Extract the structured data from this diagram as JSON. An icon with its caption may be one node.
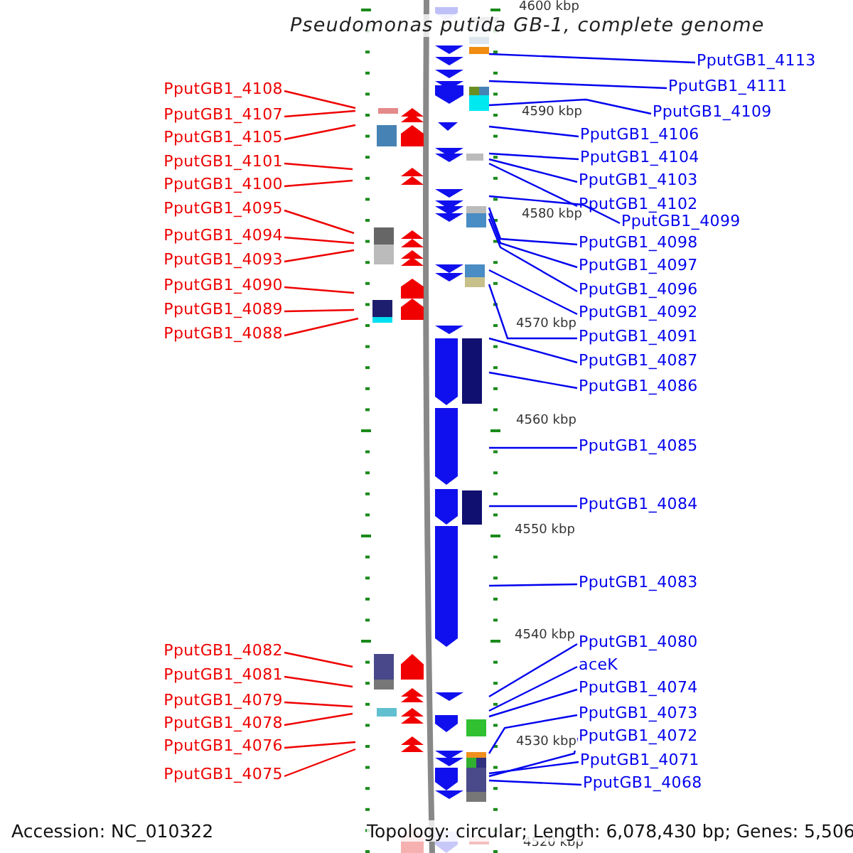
{
  "diagram": {
    "title": "Pseudomonas putida GB-1, complete genome",
    "nodes": [
      {
        "text": [
          "PputGB1_4108"
        ]
      },
      {
        "text": [
          "PputGB1_4107"
        ]
      },
      {
        "text": [
          "PputGB1_4105"
        ]
      },
      {
        "text": [
          "PputGB1_4101"
        ]
      },
      {
        "text": [
          "PputGB1_4100"
        ]
      },
      {
        "text": [
          "PputGB1_4095"
        ]
      },
      {
        "text": [
          "PputGB1_4094"
        ]
      },
      {
        "text": [
          "PputGB1_4093"
        ]
      },
      {
        "text": [
          "PputGB1_4090"
        ]
      },
      {
        "text": [
          "PputGB1_4089"
        ]
      },
      {
        "text": [
          "PputGB1_4088"
        ]
      },
      {
        "text": [
          "PputGB1_4082"
        ]
      },
      {
        "text": [
          "PputGB1_4081"
        ]
      },
      {
        "text": [
          "PputGB1_4079"
        ]
      },
      {
        "text": [
          "PputGB1_4078"
        ]
      },
      {
        "text": [
          "PputGB1_4076"
        ]
      },
      {
        "text": [
          "PputGB1_4075"
        ]
      },
      {
        "text": [
          "PputGB1_4113"
        ]
      },
      {
        "text": [
          "PputGB1_4111"
        ]
      },
      {
        "text": [
          "PputGB1_4109"
        ]
      },
      {
        "text": [
          "PputGB1_4106"
        ]
      },
      {
        "text": [
          "PputGB1_4104"
        ]
      },
      {
        "text": [
          "PputGB1_4103"
        ]
      },
      {
        "text": [
          "PputGB1_4102"
        ]
      },
      {
        "text": [
          "PputGB1_4099"
        ]
      },
      {
        "text": [
          "PputGB1_4098"
        ]
      },
      {
        "text": [
          "PputGB1_4097"
        ]
      },
      {
        "text": [
          "PputGB1_4096"
        ]
      },
      {
        "text": [
          "PputGB1_4092"
        ]
      },
      {
        "text": [
          "PputGB1_4091"
        ]
      },
      {
        "text": [
          "PputGB1_4087"
        ]
      },
      {
        "text": [
          "PputGB1_4086"
        ]
      },
      {
        "text": [
          "PputGB1_4085"
        ]
      },
      {
        "text": [
          "PputGB1_4084"
        ]
      },
      {
        "text": [
          "PputGB1_4083"
        ]
      },
      {
        "text": [
          "PputGB1_4080"
        ]
      },
      {
        "text": [
          "aceK"
        ]
      },
      {
        "text": [
          "PputGB1_4074"
        ]
      },
      {
        "text": [
          "PputGB1_4073"
        ]
      },
      {
        "text": [
          "PputGB1_4072"
        ]
      },
      {
        "text": [
          "PputGB1_4071"
        ]
      },
      {
        "text": [
          "PputGB1_4068"
        ]
      }
    ],
    "edges": [
      {
        "from": 0,
        "to": null,
        "arrow": "none",
        "color": "#ee0000"
      },
      {
        "from": 1,
        "to": null,
        "arrow": "none",
        "color": "#ee0000"
      },
      {
        "from": 2,
        "to": null,
        "arrow": "none",
        "color": "#ee0000"
      },
      {
        "from": 3,
        "to": null,
        "arrow": "none",
        "color": "#ee0000"
      },
      {
        "from": 4,
        "to": null,
        "arrow": "none",
        "color": "#ee0000"
      },
      {
        "from": 5,
        "to": null,
        "arrow": "none",
        "color": "#ee0000"
      },
      {
        "from": 6,
        "to": null,
        "arrow": "none",
        "color": "#ee0000"
      },
      {
        "from": 7,
        "to": null,
        "arrow": "none",
        "color": "#ee0000"
      },
      {
        "from": 8,
        "to": null,
        "arrow": "none",
        "color": "#ee0000"
      },
      {
        "from": 9,
        "to": null,
        "arrow": "none",
        "color": "#ee0000"
      },
      {
        "from": 10,
        "to": null,
        "arrow": "none",
        "color": "#ee0000"
      },
      {
        "from": 11,
        "to": null,
        "arrow": "none",
        "color": "#ee0000"
      },
      {
        "from": 12,
        "to": null,
        "arrow": "none",
        "color": "#ee0000"
      },
      {
        "from": 13,
        "to": null,
        "arrow": "none",
        "color": "#ee0000"
      },
      {
        "from": 14,
        "to": null,
        "arrow": "none",
        "color": "#ee0000"
      },
      {
        "from": 15,
        "to": null,
        "arrow": "none",
        "color": "#ee0000"
      },
      {
        "from": 16,
        "to": null,
        "arrow": "none",
        "color": "#ee0000"
      },
      {
        "from": 17,
        "to": null,
        "arrow": "none"
      },
      {
        "from": 18,
        "to": null,
        "arrow": "none"
      },
      {
        "from": 19,
        "to": null,
        "arrow": "none"
      },
      {
        "from": 20,
        "to": null,
        "arrow": "none"
      },
      {
        "from": 21,
        "to": null,
        "arrow": "none"
      },
      {
        "from": 22,
        "to": null,
        "arrow": "none"
      },
      {
        "from": 23,
        "to": null,
        "arrow": "none"
      },
      {
        "from": 24,
        "to": null,
        "arrow": "none"
      },
      {
        "from": 25,
        "to": null,
        "arrow": "none"
      },
      {
        "from": 26,
        "to": null,
        "arrow": "none"
      },
      {
        "from": 27,
        "to": null,
        "arrow": "none"
      },
      {
        "from": 28,
        "to": null,
        "arrow": "none"
      },
      {
        "from": 29,
        "to": null,
        "arrow": "none"
      },
      {
        "from": 30,
        "to": null,
        "arrow": "none"
      },
      {
        "from": 31,
        "to": null,
        "arrow": "none"
      },
      {
        "from": 32,
        "to": null,
        "arrow": "none"
      },
      {
        "from": 33,
        "to": null,
        "arrow": "none"
      },
      {
        "from": 34,
        "to": null,
        "arrow": "none"
      },
      {
        "from": 35,
        "to": null,
        "arrow": "none"
      },
      {
        "from": 36,
        "to": null,
        "arrow": "none"
      },
      {
        "from": 37,
        "to": null,
        "arrow": "none"
      },
      {
        "from": 38,
        "to": null,
        "arrow": "none"
      },
      {
        "from": 39,
        "to": null,
        "arrow": "none"
      },
      {
        "from": 40,
        "to": null,
        "arrow": "none"
      },
      {
        "from": 41,
        "to": null,
        "arrow": "none"
      }
    ],
    "labels": [
      "4600 kbp",
      "4590 kbp",
      "4580 kbp",
      "4570 kbp",
      "4560 kbp",
      "4550 kbp",
      "4540 kbp",
      "4530 kbp",
      "4520 kbp",
      "Accession: NC_010322",
      "Topology: circular; Length: 6,078,430 bp; Genes: 5,506"
    ]
  }
}
